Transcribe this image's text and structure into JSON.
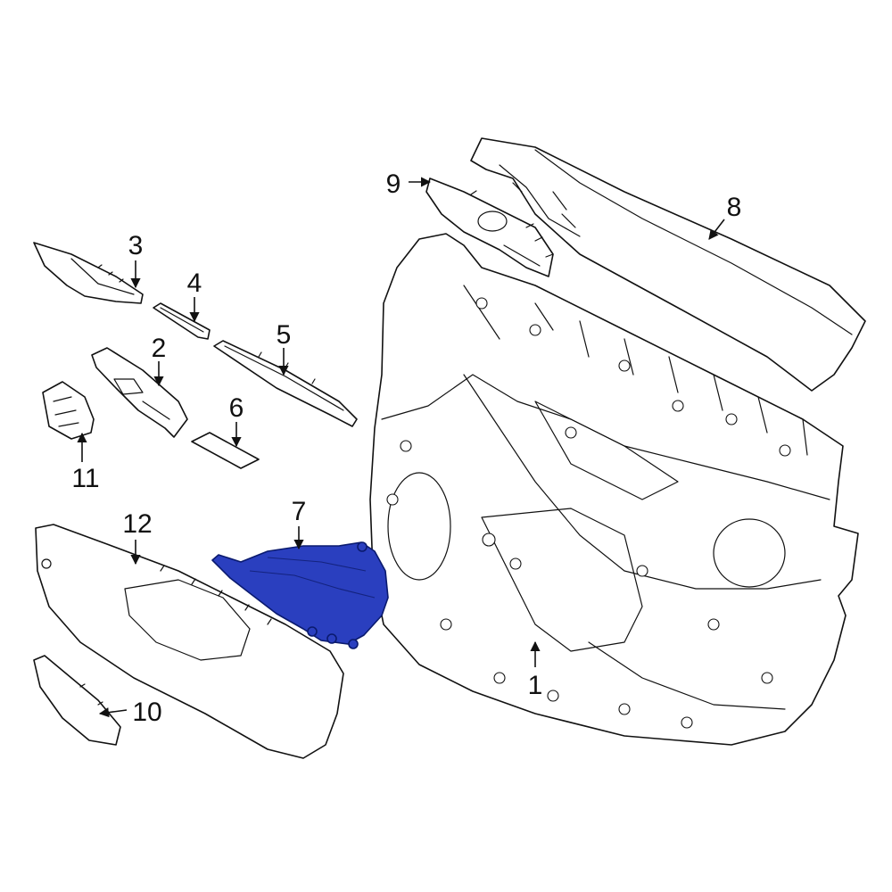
{
  "diagram": {
    "highlight_color": "#2a3fbf",
    "line_color": "#111111",
    "callouts": [
      {
        "id": "1",
        "label": "1"
      },
      {
        "id": "2",
        "label": "2"
      },
      {
        "id": "3",
        "label": "3"
      },
      {
        "id": "4",
        "label": "4"
      },
      {
        "id": "5",
        "label": "5"
      },
      {
        "id": "6",
        "label": "6"
      },
      {
        "id": "7",
        "label": "7"
      },
      {
        "id": "8",
        "label": "8"
      },
      {
        "id": "9",
        "label": "9"
      },
      {
        "id": "10",
        "label": "10"
      },
      {
        "id": "11",
        "label": "11"
      },
      {
        "id": "12",
        "label": "12"
      }
    ],
    "highlighted_part": "7"
  }
}
